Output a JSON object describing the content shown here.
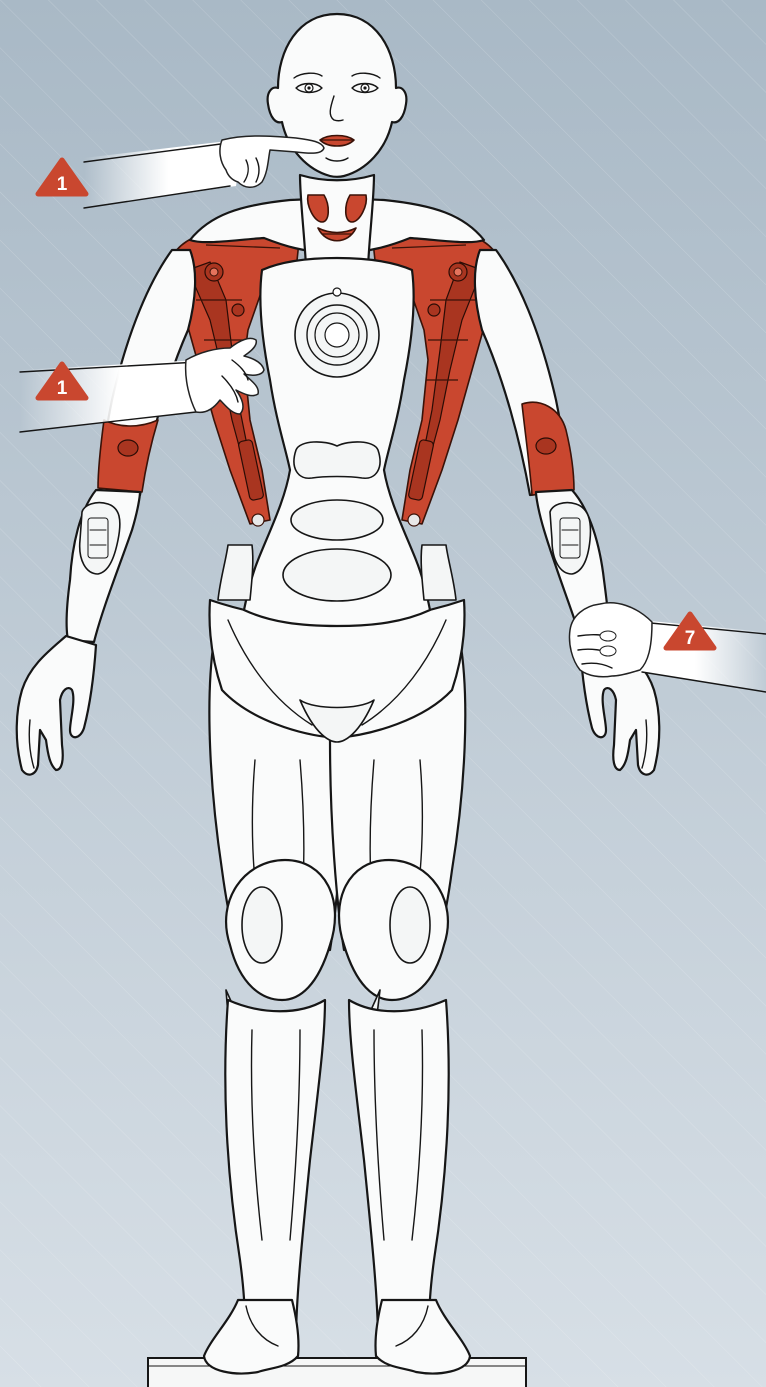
{
  "colors": {
    "background_top": "#a9b9c6",
    "background_bottom": "#d6dee5",
    "robot_shell": "#fafbfb",
    "actuator_red": "#c9472f",
    "outline": "#161616"
  },
  "badges": [
    {
      "label": "1"
    },
    {
      "label": "1"
    },
    {
      "label": "7"
    }
  ]
}
